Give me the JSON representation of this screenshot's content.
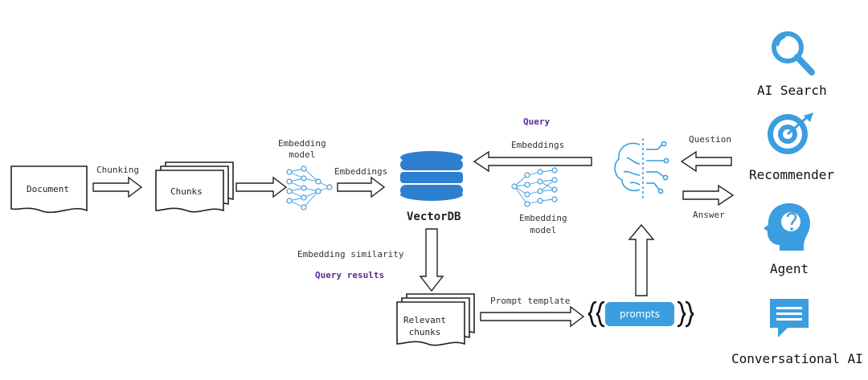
{
  "pipeline": {
    "document": "Document",
    "chunking": "Chunking",
    "chunks": "Chunks",
    "embedding_model_top": [
      "Embedding",
      "model"
    ],
    "embeddings_left": "Embeddings",
    "vectordb": "VectorDB",
    "embedding_similarity": "Embedding similarity",
    "query_results": "Query results",
    "relevant_chunks": [
      "Relevant",
      "chunks"
    ],
    "prompt_template": "Prompt template",
    "prompts": "prompts",
    "query": "Query",
    "embeddings_right": "Embeddings",
    "embedding_model_bottom": [
      "Embedding",
      "model"
    ],
    "question": "Question",
    "answer": "Answer"
  },
  "applications": [
    {
      "label": "AI Search",
      "icon": "search-icon"
    },
    {
      "label": "Recommender",
      "icon": "target-icon"
    },
    {
      "label": "Agent",
      "icon": "head-idea-icon"
    },
    {
      "label": "Conversational AI",
      "icon": "chat-bubble-icon"
    }
  ],
  "colors": {
    "icon_blue": "#3a9ee0",
    "db_blue": "#2f7fd0",
    "accent_purple": "#5a2a9a",
    "outline": "#222222"
  }
}
